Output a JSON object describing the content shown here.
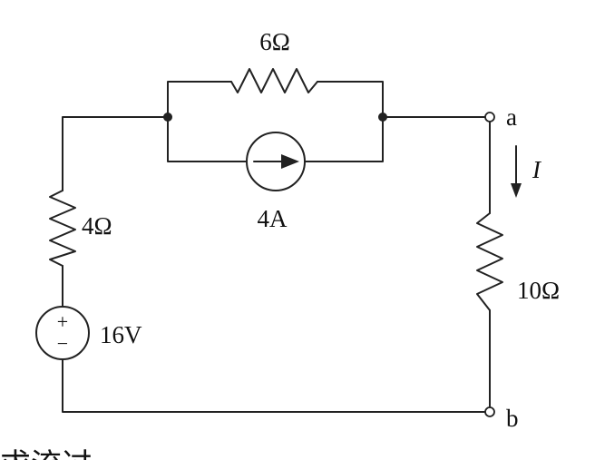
{
  "diagram": {
    "labels": {
      "r6": "6Ω",
      "r4": "4Ω",
      "current_source": "4A",
      "r10": "10Ω",
      "voltage_source": "16V",
      "node_a": "a",
      "node_b": "b",
      "current": "I"
    },
    "source_symbols": {
      "plus": "+",
      "minus": "−"
    },
    "bottom_text": "求流过…"
  },
  "colors": {
    "stroke": "#222222",
    "text": "#111111"
  }
}
